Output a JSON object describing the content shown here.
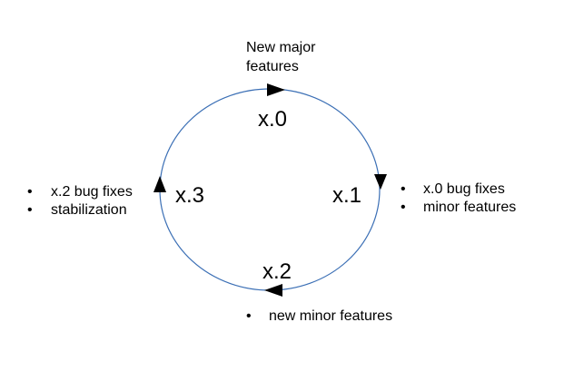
{
  "cycle": {
    "color": "#3b6fb5",
    "arrow_color": "#000000"
  },
  "stages": {
    "top": "x.0",
    "right": "x.1",
    "bottom": "x.2",
    "left": "x.3"
  },
  "top_note": {
    "line1": "New major",
    "line2": "features"
  },
  "bullets_left": [
    "x.2 bug fixes",
    "stabilization"
  ],
  "bullets_right": [
    "x.0 bug fixes",
    "minor features"
  ],
  "bullets_bottom": [
    "new minor features"
  ],
  "bullet_glyph": "•"
}
